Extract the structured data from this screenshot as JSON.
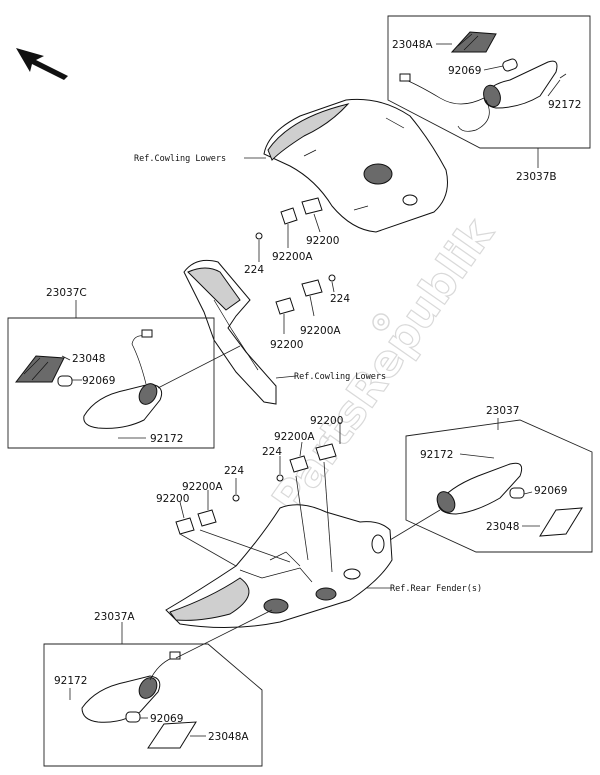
{
  "labels": {
    "p23048A_top": "23048A",
    "p92069_top": "92069",
    "p92172_top": "92172",
    "p23037B": "23037B",
    "p92200_a": "92200",
    "p224_a": "224",
    "p92200A_a": "92200A",
    "p23037C": "23037C",
    "p23048_left": "23048",
    "p92069_left": "92069",
    "p92172_left": "92172",
    "p224_b": "224",
    "p92200A_b": "92200A",
    "p92200_b": "92200",
    "p23037": "23037",
    "p92200_c": "92200",
    "p92200A_c": "92200A",
    "p224_c": "224",
    "p92172_right": "92172",
    "p92069_right": "92069",
    "p23048_right": "23048",
    "p224_d": "224",
    "p92200A_d": "92200A",
    "p92200_d": "92200",
    "p23037A": "23037A",
    "p92172_bottom": "92172",
    "p92069_bottom": "92069",
    "p23048A_bottom": "23048A"
  },
  "refs": {
    "cowling_lowers_top": "Ref.Cowling Lowers",
    "cowling_lowers_mid": "Ref.Cowling Lowers",
    "rear_fender": "Ref.Rear Fender(s)"
  },
  "watermark": "PartsRepublik"
}
